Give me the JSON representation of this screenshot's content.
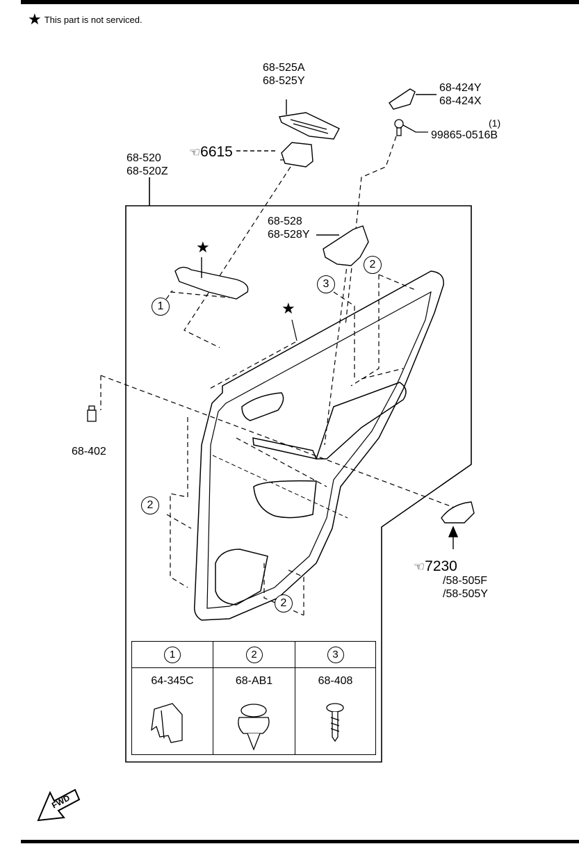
{
  "note": {
    "star": "★",
    "text": "This part is not serviced."
  },
  "labels": {
    "p68_525A": "68-525A",
    "p68_525Y": "68-525Y",
    "p68_424Y": "68-424Y",
    "p68_424X": "68-424X",
    "qty_1": "(1)",
    "p99865": "99865-0516B",
    "ref_6615": "6615",
    "p68_520": "68-520",
    "p68_520Z": "68-520Z",
    "p68_528": "68-528",
    "p68_528Y": "68-528Y",
    "p68_402": "68-402",
    "ref_7230": "7230",
    "p58_505F": "/58-505F",
    "p58_505Y": "/58-505Y"
  },
  "callouts": [
    "1",
    "2",
    "3"
  ],
  "legend": {
    "columns": [
      {
        "num": "1",
        "part": "64-345C"
      },
      {
        "num": "2",
        "part": "68-AB1"
      },
      {
        "num": "3",
        "part": "68-408"
      }
    ]
  },
  "fwd": "FWD"
}
